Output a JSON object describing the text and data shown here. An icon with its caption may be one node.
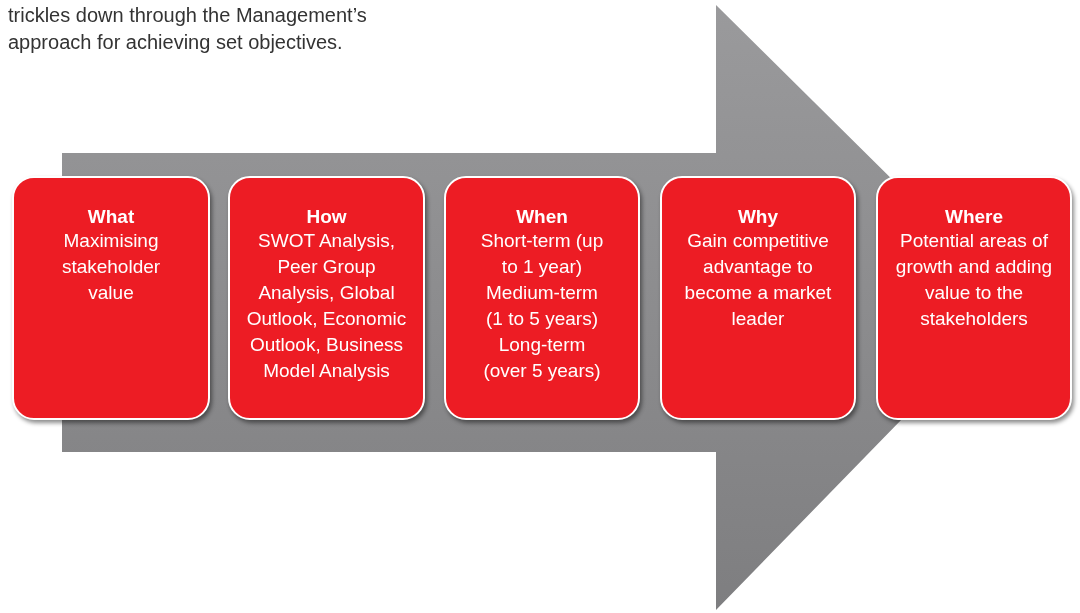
{
  "diagram": {
    "nodes": [
      {
        "text": [
          "What",
          "Maximising stakeholder value"
        ]
      },
      {
        "text": [
          "How",
          "SWOT Analysis, Peer Group Analysis, Global Outlook, Economic Outlook, Business Model Analysis"
        ]
      },
      {
        "text": [
          "When",
          "Short-term (up to 1 year) Medium-term (1 to 5 years) Long-term (over 5 years)"
        ]
      },
      {
        "text": [
          "Why",
          "Gain competitive advantage to become a market leader"
        ]
      },
      {
        "text": [
          "Where",
          "Potential areas of growth and adding value to the stakeholders"
        ]
      }
    ],
    "edges": [
      {
        "from": 0,
        "to": 4,
        "arrow": "to"
      }
    ],
    "labels": [
      "trickles down through the Management’s approach for achieving set objectives."
    ]
  }
}
